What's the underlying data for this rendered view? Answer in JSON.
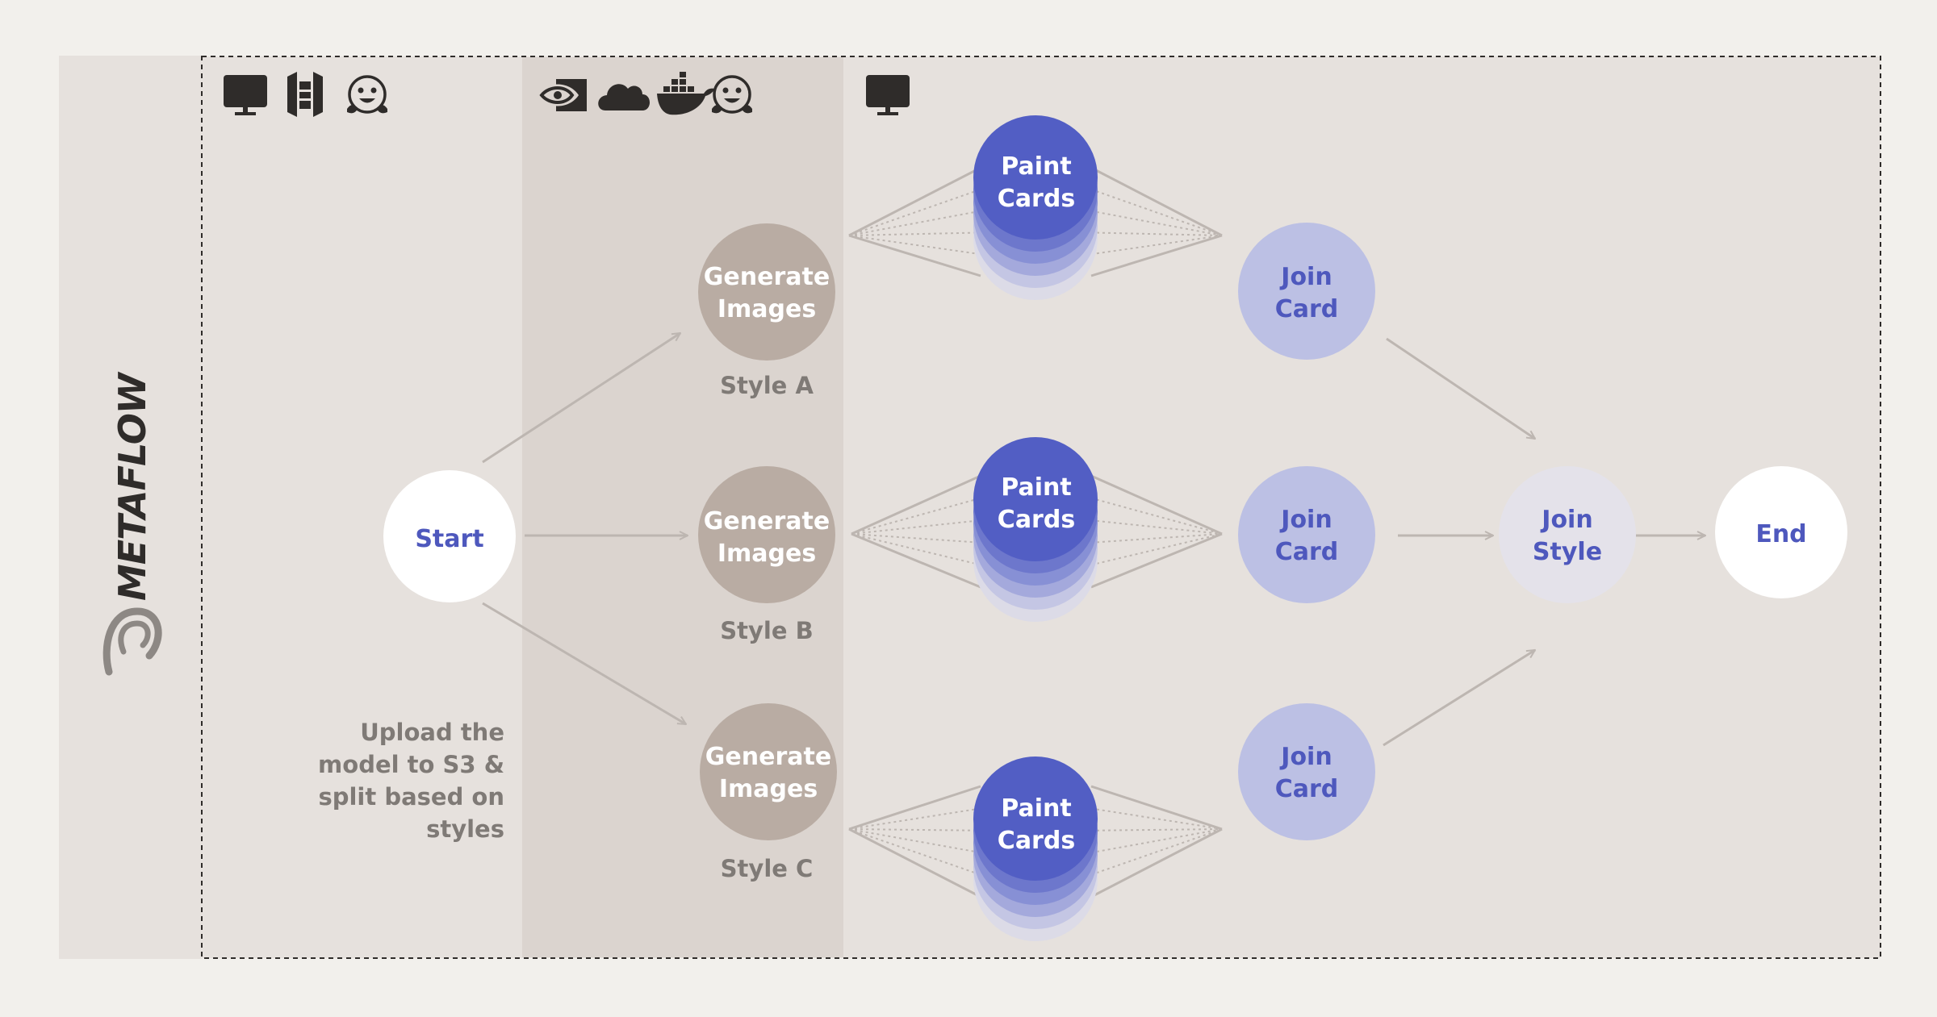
{
  "brand": {
    "name": "METAFLOW"
  },
  "colors": {
    "page_bg": "#f2f0ec",
    "panel_bg": "#e6e1dd",
    "gpu_band_bg": "#dbd4cf",
    "generate_node": "#b9aca3",
    "paint_node": "#525ec4",
    "join_card_node": "#bcc0e4",
    "join_style_node": "#e4e2ea",
    "terminal_node": "#ffffff",
    "accent_text": "#4e58bd",
    "muted_text": "#7f7a76",
    "edge": "#bdb6b1",
    "icon": "#2f2c2a"
  },
  "stage_icons": [
    {
      "stage": "start",
      "icons": [
        "monitor-icon",
        "aws-s3-icon",
        "huggingface-icon"
      ]
    },
    {
      "stage": "generate",
      "icons": [
        "nvidia-icon",
        "cloud-icon",
        "docker-icon",
        "huggingface-icon"
      ]
    },
    {
      "stage": "paint",
      "icons": [
        "monitor-icon"
      ]
    }
  ],
  "nodes": {
    "start": "Start",
    "end": "End",
    "generate": [
      {
        "line1": "Generate",
        "line2": "Images",
        "caption": "Style A"
      },
      {
        "line1": "Generate",
        "line2": "Images",
        "caption": "Style B"
      },
      {
        "line1": "Generate",
        "line2": "Images",
        "caption": "Style C"
      }
    ],
    "paint": [
      {
        "line1": "Paint",
        "line2": "Cards"
      },
      {
        "line1": "Paint",
        "line2": "Cards"
      },
      {
        "line1": "Paint",
        "line2": "Cards"
      }
    ],
    "join_card": [
      {
        "line1": "Join",
        "line2": "Card"
      },
      {
        "line1": "Join",
        "line2": "Card"
      },
      {
        "line1": "Join",
        "line2": "Card"
      }
    ],
    "join_style": {
      "line1": "Join",
      "line2": "Style"
    }
  },
  "annotation": {
    "lines": [
      "Upload the",
      "model to S3 &",
      "split based on",
      "styles"
    ]
  }
}
